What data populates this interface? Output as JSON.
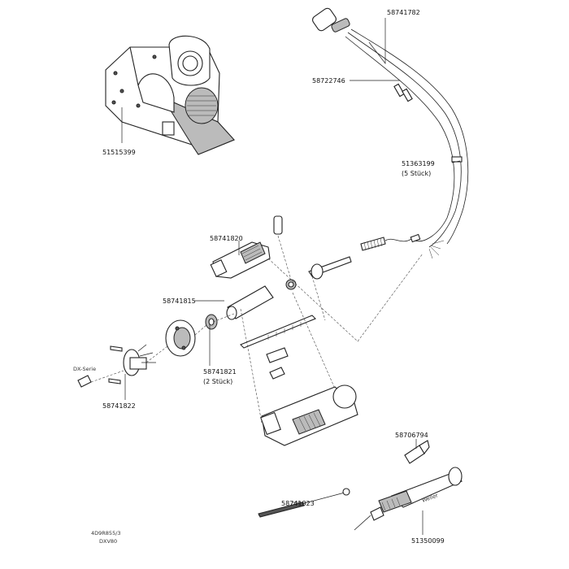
{
  "labels": {
    "p58741782": "58741782",
    "p58722746": "58722746",
    "p51515399": "51515399",
    "p51363199": "51363199",
    "p51363199_qty": "(5 Stück)",
    "p58741820": "58741820",
    "p58741815": "58741815",
    "p58741821": "58741821",
    "p58741821_qty": "(2 Stück)",
    "p58741822": "58741822",
    "dx_serie": "DX-Serie",
    "p58706794": "58706794",
    "p58741823": "58741823",
    "p51350099": "51350099",
    "brand": "Weller",
    "doc_id": "4D9R855/3",
    "model": "DXV80"
  }
}
